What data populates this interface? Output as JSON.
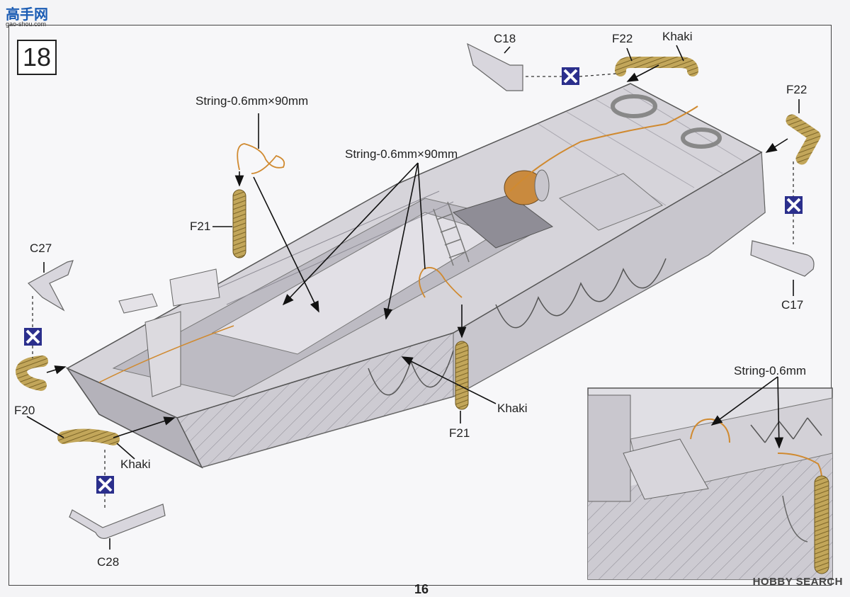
{
  "watermark_top": {
    "main": "高手网",
    "sub": "gao-shou.com"
  },
  "step_number": "18",
  "labels": {
    "c18": "C18",
    "f22_top": "F22",
    "khaki_top": "Khaki",
    "f22_right": "F22",
    "c17": "C17",
    "string_left": "String-0.6mm×90mm",
    "string_center": "String-0.6mm×90mm",
    "f21_left": "F21",
    "f21_center": "F21",
    "khaki_center": "Khaki",
    "c27": "C27",
    "f20": "F20",
    "khaki_bottom": "Khaki",
    "c28": "C28",
    "string_inset": "String-0.6mm"
  },
  "page_number": "16",
  "watermark_bottom": "HOBBY SEARCH",
  "colors": {
    "hull": "#cfcdd4",
    "hull_dark": "#a9a7b0",
    "fender": "#b89a4a",
    "string": "#d08a30",
    "glue_icon": "#2b2f8c"
  },
  "icons": [
    "cement-glue-icon"
  ]
}
